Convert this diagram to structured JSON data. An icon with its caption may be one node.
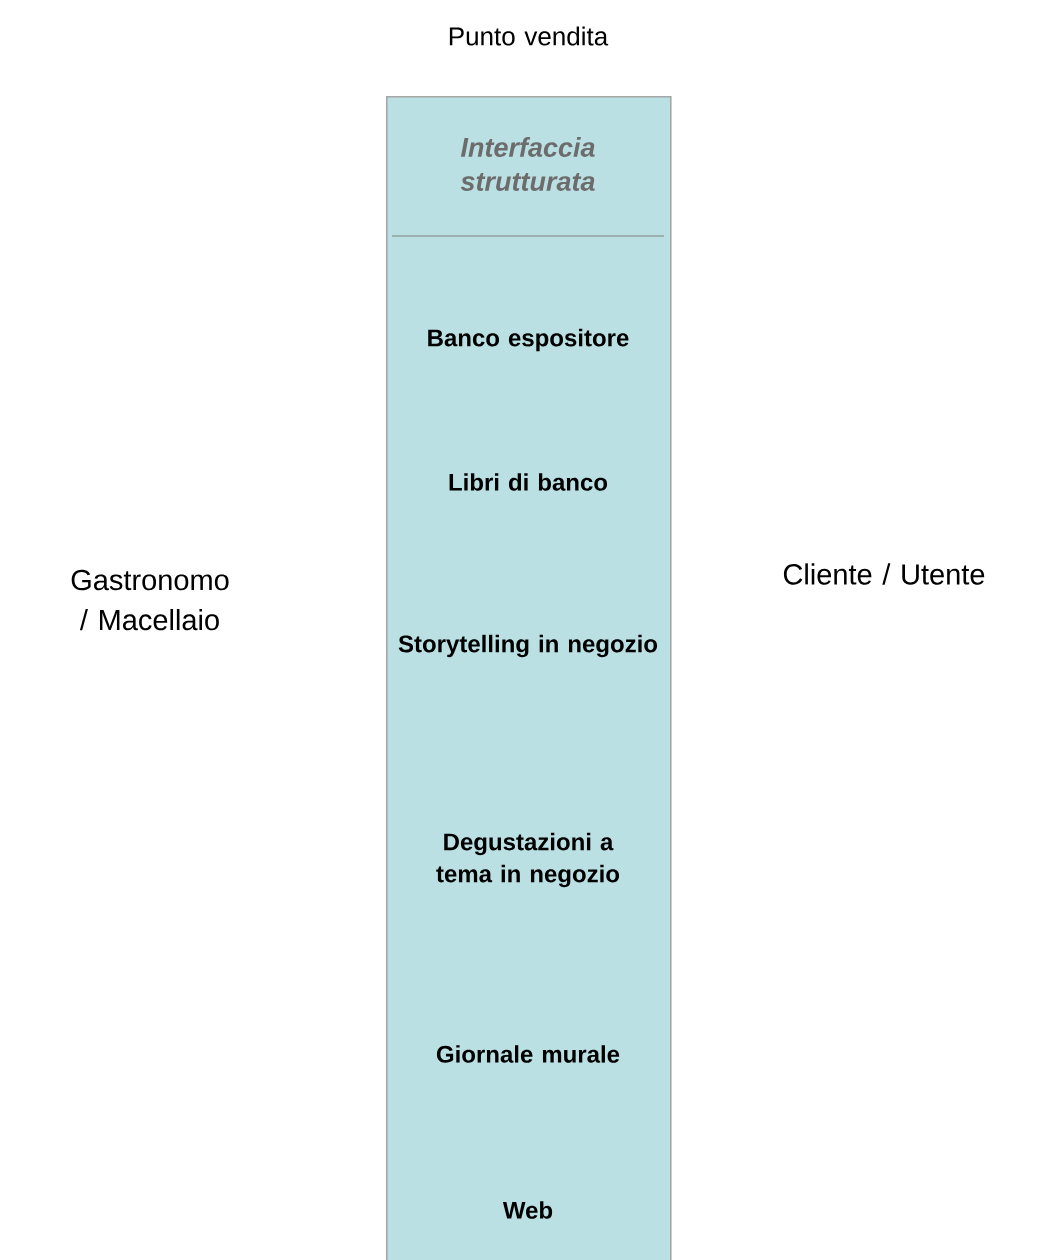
{
  "diagram": {
    "nodes": [
      {
        "text": [
          "Punto vendita",
          "Interfaccia strutturata",
          "Banco espositore",
          "Libri di banco",
          "Storytelling in negozio",
          "Degustazioni a tema in negozio",
          "Giornale murale",
          "Web"
        ]
      }
    ],
    "labels": [
      "Gastronomo / Macellaio",
      "Cliente / Utente"
    ]
  }
}
